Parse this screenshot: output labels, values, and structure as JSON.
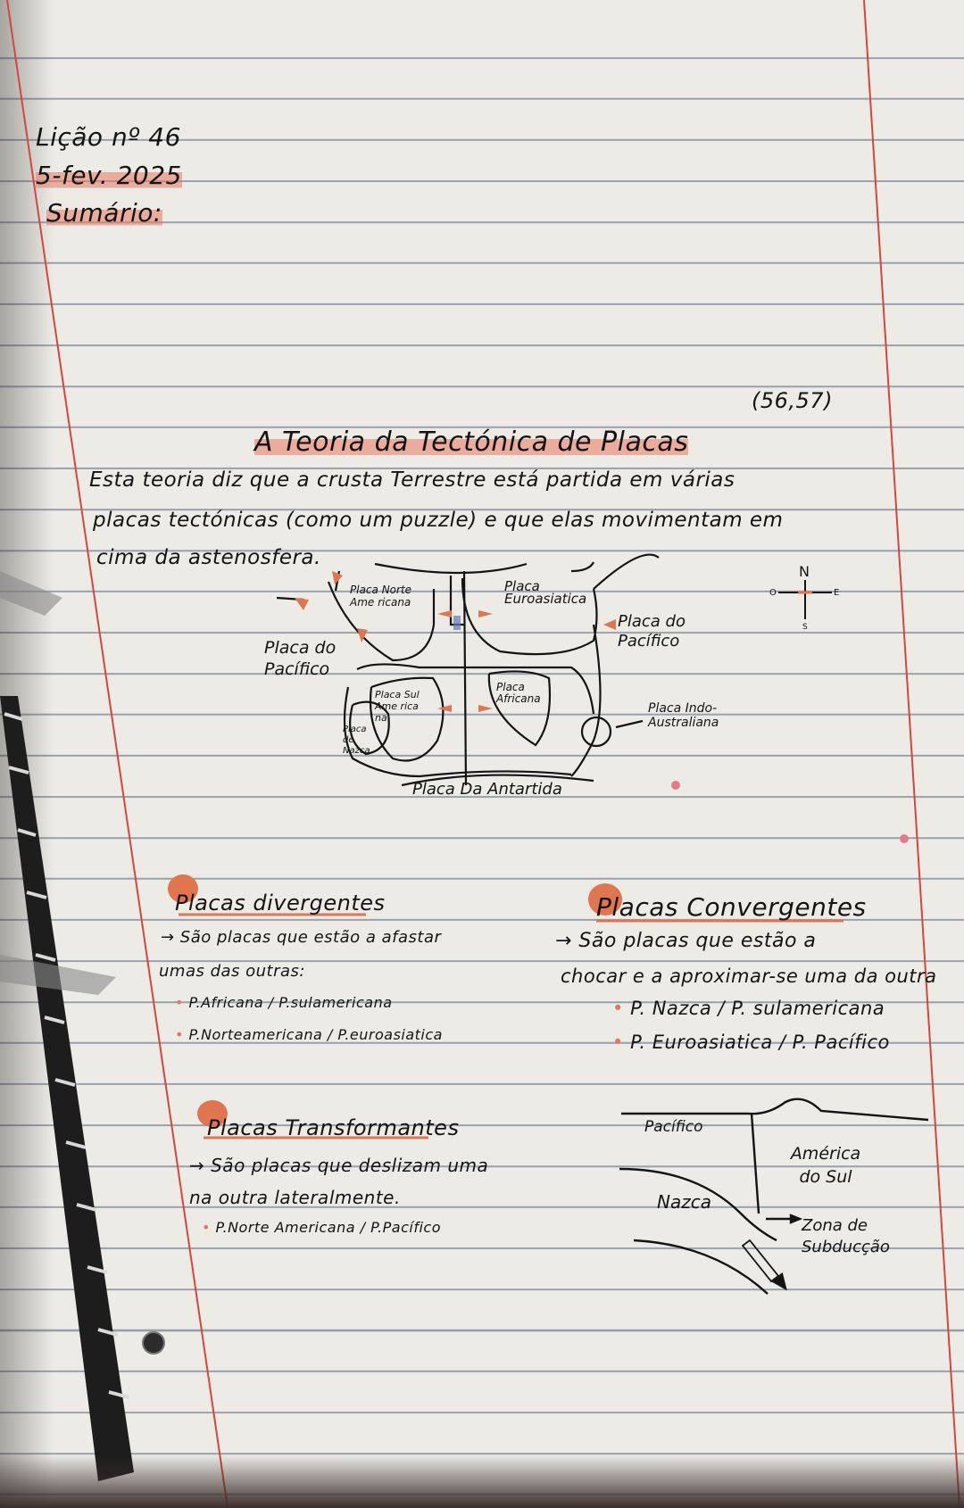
{
  "header": {
    "lesson": "Lição nº 46",
    "date": "5-fev. 2025",
    "summary_label": "Sumário:"
  },
  "pages_ref": "(56,57)",
  "title": "A Teoria da Tectónica de Placas",
  "intro": [
    "Esta teoria diz que a crusta Terrestre está partida em várias",
    "placas tectónicas (como um puzzle) e que elas movimentam em",
    "cima da astenosfera."
  ],
  "map": {
    "labels": {
      "north_american": "Placa Norte Ame ricana",
      "eurasian": "Placa Euroasiatica",
      "pacific_right": "Placa do Pacífico",
      "pacific_left": "Placa do Pacífico",
      "south_american": "Placa Sul Ame rica na",
      "nazca": "Placa de Nazca",
      "african": "Placa Africana",
      "indo_australian": "Placa Indo-Australiana",
      "antarctic": "Placa Da Antartida"
    },
    "compass": {
      "n": "N",
      "w": "O",
      "e": "E",
      "s": "S"
    }
  },
  "divergent": {
    "heading": "Placas divergentes",
    "lines": [
      "→ São placas que estão a afastar",
      "umas das outras:"
    ],
    "examples": [
      "P.Africana / P.sulamericana",
      "P.Norteamericana / P.euroasiatica"
    ]
  },
  "convergent": {
    "heading": "Placas Convergentes",
    "lines": [
      "→ São placas que estão a",
      "chocar e a aproximar-se uma da outra"
    ],
    "examples": [
      "P. Nazca / P. sulamericana",
      "P. Euroasiatica / P. Pacífico"
    ]
  },
  "transform": {
    "heading": "Placas Transformantes",
    "lines": [
      "→ São placas que deslizam uma",
      "na outra lateralmente."
    ],
    "examples": [
      "P.Norte Americana / P.Pacífico"
    ]
  },
  "subduction": {
    "pacific": "Pacífico",
    "nazca": "Nazca",
    "south_america": "América do Sul",
    "zone": "Zona de Subducção"
  },
  "colors": {
    "highlight": "#e8785f",
    "margin_line": "#d2483c",
    "ink": "#141414",
    "ruled_line": "#9aa0a8"
  }
}
